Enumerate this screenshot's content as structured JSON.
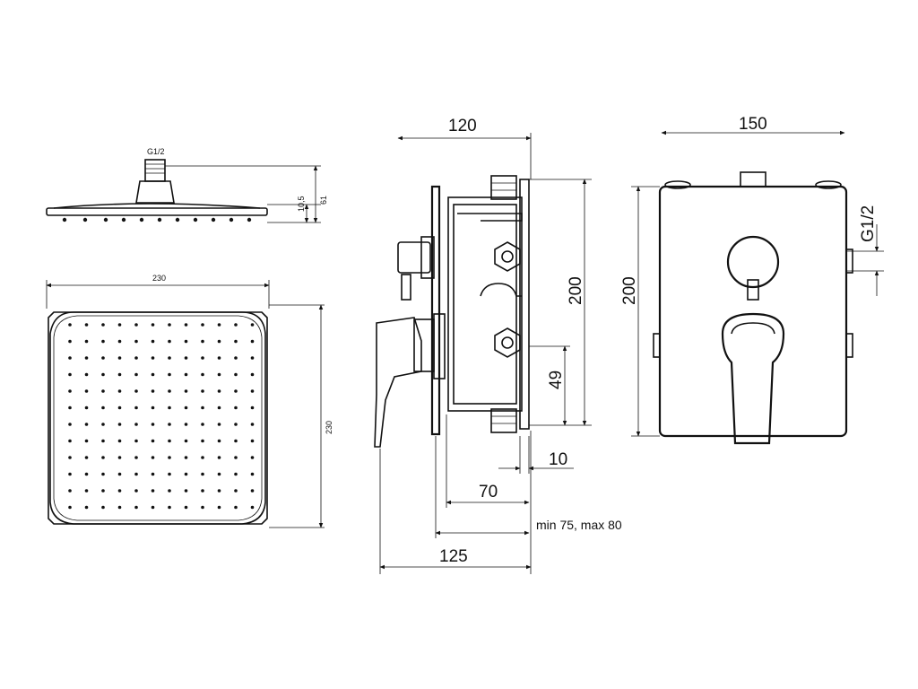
{
  "shower_head": {
    "thread_label": "G1/2",
    "height_outer": "61",
    "height_plate": "10,5",
    "width": "230",
    "depth": "230"
  },
  "mixer_side": {
    "width_top": "120",
    "height": "200",
    "offset_49": "49",
    "dim_10": "10",
    "dim_70": "70",
    "depth_range": "min 75, max 80",
    "dim_125": "125"
  },
  "mixer_front": {
    "width": "150",
    "height": "200",
    "thread_label": "G1/2"
  }
}
